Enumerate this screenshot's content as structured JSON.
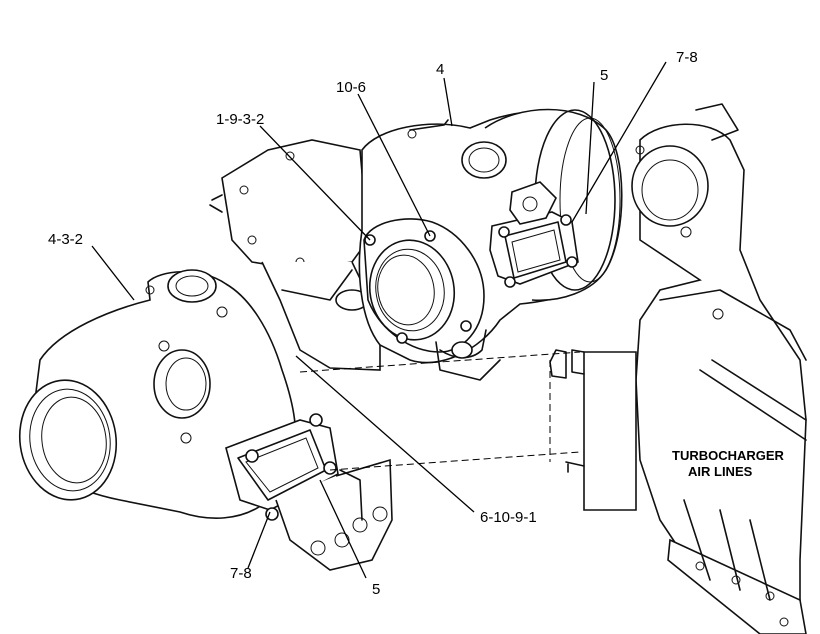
{
  "diagram": {
    "background": "#ffffff",
    "line_color": "#111111",
    "callouts": [
      {
        "id": "c-4-upper",
        "text": "4"
      },
      {
        "id": "c-5-upper",
        "text": "5"
      },
      {
        "id": "c-7-8-upper",
        "text": "7-8"
      },
      {
        "id": "c-10-6",
        "text": "10-6"
      },
      {
        "id": "c-1-9-3-2",
        "text": "1-9-3-2"
      },
      {
        "id": "c-4-3-2",
        "text": "4-3-2"
      },
      {
        "id": "c-6-10-9-1",
        "text": "6-10-9-1"
      },
      {
        "id": "c-7-8-lower",
        "text": "7-8"
      },
      {
        "id": "c-5-lower",
        "text": "5"
      }
    ],
    "note_lines": [
      "TURBOCHARGER",
      "AIR LINES"
    ]
  }
}
